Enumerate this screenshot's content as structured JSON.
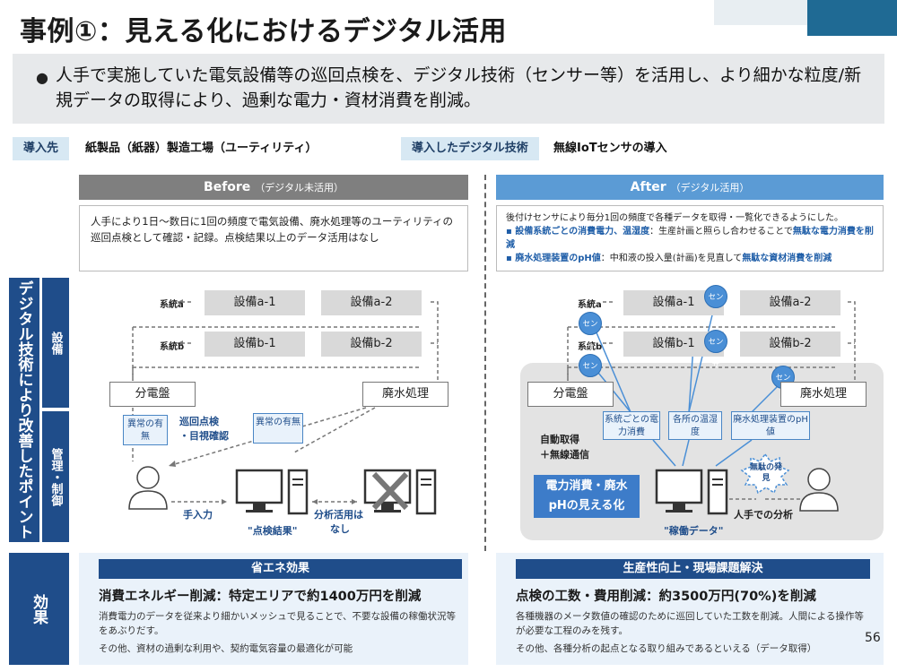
{
  "title": "事例①：見える化におけるデジタル活用",
  "summary": "人手で実施していた電気設備等の巡回点検を、デジタル技術（センサー等）を活用し、より細かな粒度/新規データの取得により、過剰な電力・資材消費を削減。",
  "header": {
    "target_label": "導入先",
    "target_value": "紙製品（紙器）製造工場（ユーティリティ）",
    "tech_label": "導入したデジタル技術",
    "tech_value": "無線IoTセンサの導入"
  },
  "before": {
    "title": "Before",
    "sub": "（デジタル未活用）",
    "desc": "人手により1日～数日に1回の頻度で電気設備、廃水処理等のユーティリティの巡回点検として確認・記録。点検結果以上のデータ活用はなし",
    "equip": [
      "設備a-1",
      "設備a-2",
      "設備b-1",
      "設備b-2"
    ],
    "system_a": "系統a",
    "system_b": "系統b",
    "panel": "分電盤",
    "wastewater": "廃水処理",
    "anomaly1": "異常の有無",
    "anomaly2": "異常の有無",
    "patrol1": "巡回点検",
    "patrol2": "・目視確認",
    "manual_input": "手入力",
    "result": "\"点検結果\"",
    "no_analysis1": "分析活用は",
    "no_analysis2": "なし"
  },
  "after": {
    "title": "After",
    "sub": "（デジタル活用）",
    "desc_line": "後付けセンサにより毎分1回の頻度で各種データを取得・一覧化できるようにした。",
    "bullet1_hl": "設備系統ごとの消費電力、温湿度",
    "bullet1_rest": "：生産計画と照らし合わせることで",
    "bullet1_hl2": "無駄な電力消費を削減",
    "bullet2_hl": "廃水処理装置のpH値",
    "bullet2_rest": "：中和液の投入量(計画)を見直して",
    "bullet2_hl2": "無駄な資材消費を削減",
    "sensor": "センサ",
    "equip": [
      "設備a-1",
      "設備a-2",
      "設備b-1",
      "設備b-2"
    ],
    "system_a": "系統a",
    "system_b": "系統b",
    "panel": "分電盤",
    "wastewater": "廃水処理",
    "box1": "系統ごとの電力消費",
    "box2": "各所の温湿度",
    "box3": "廃水処理装置のpH値",
    "auto1": "自動取得",
    "auto2": "＋無線通信",
    "visual": "電力消費・廃水pHの見える化",
    "operation": "\"稼働データ\"",
    "waste_find": "無駄の発見",
    "manual_analysis": "人手での分析"
  },
  "sidebar": {
    "main": "デジタル技術により改善したポイント",
    "equip": "設備",
    "mgmt": "管理・制御",
    "effect": "効果"
  },
  "effects": [
    {
      "head": "省エネ効果",
      "main": "消費エネルギー削減：特定エリアで約1400万円を削減",
      "t1": "消費電力のデータを従来より細かいメッシュで見ることで、不要な設備の稼働状況等をあぶりだす。",
      "t2": "その他、資材の過剰な利用や、契約電気容量の最適化が可能"
    },
    {
      "head": "生産性向上・現場課題解決",
      "main": "点検の工数・費用削減：約3500万円(70%)を削減",
      "t1": "各種機器のメータ数値の確認のために巡回していた工数を削減。人間による操作等が必要な工程のみを残す。",
      "t2": "その他、各種分析の起点となる取り組みであるといえる（データ取得）"
    }
  ],
  "page_number": "56",
  "colors": {
    "navy": "#1f4d8a",
    "before_head": "#7f7f7f",
    "after_head": "#5b9bd5",
    "sensor": "#4a8fd6"
  }
}
